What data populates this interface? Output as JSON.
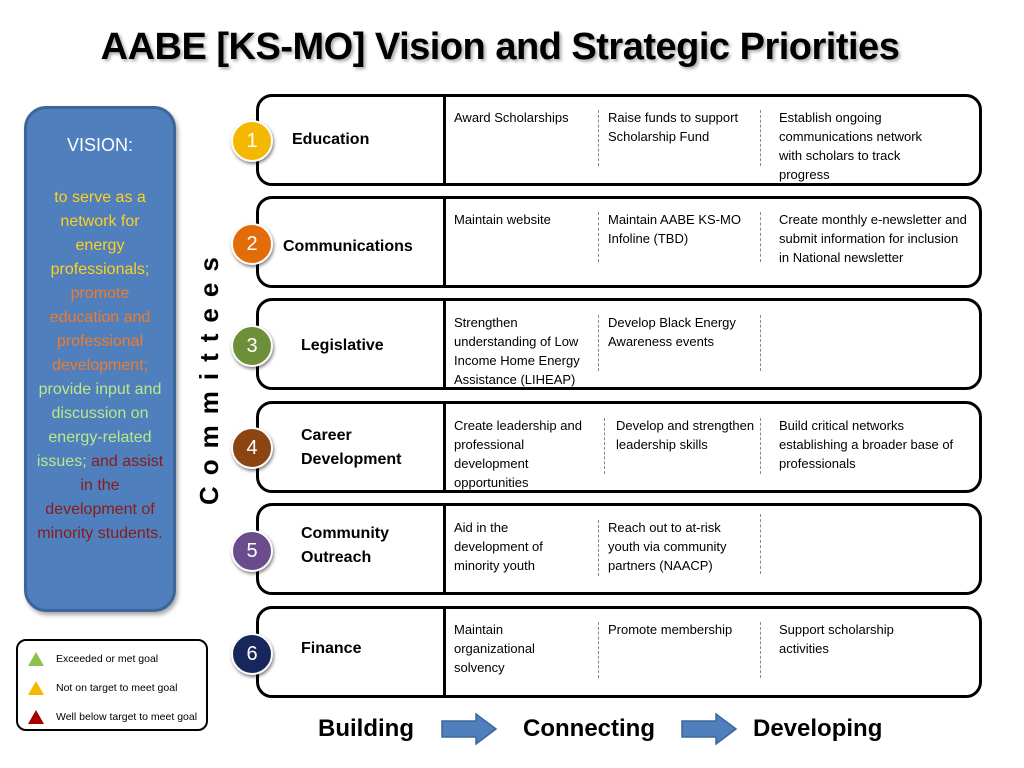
{
  "title": "AABE [KS-MO] Vision and Strategic Priorities",
  "vision": {
    "heading": "VISION:",
    "parts": [
      {
        "text": "to serve as a network for energy professionals;",
        "color": "#ffd020"
      },
      {
        "text": "promote education and professional development;",
        "color": "#f07b2a"
      },
      {
        "text": "provide input and discussion on energy-related issues;",
        "color": "#b9e88a"
      },
      {
        "text": "and assist in the development of minority students.",
        "color": "#8b1a1a"
      }
    ]
  },
  "committees_label": "Committees",
  "committees": [
    {
      "number": "1",
      "name": "Education",
      "color": "#f5b800",
      "tasks": [
        "Award Scholarships",
        "Raise funds to support Scholarship Fund",
        "Establish ongoing communications network with scholars to track progress"
      ]
    },
    {
      "number": "2",
      "name": "Communications",
      "color": "#e36c0a",
      "tasks": [
        "Maintain website",
        "Maintain AABE KS-MO Infoline (TBD)",
        "Create monthly e-newsletter and submit information for inclusion in National newsletter"
      ]
    },
    {
      "number": "3",
      "name": "Legislative",
      "color": "#6e8f3a",
      "tasks": [
        "Strengthen understanding of Low Income Home Energy Assistance (LIHEAP)",
        "Develop Black Energy Awareness events",
        ""
      ]
    },
    {
      "number": "4",
      "name": "Career Development",
      "color": "#8b4513",
      "tasks": [
        "Create leadership and professional development opportunities",
        "Develop and strengthen leadership skills",
        "Build critical networks establishing a broader base of professionals"
      ]
    },
    {
      "number": "5",
      "name": "Community Outreach",
      "color": "#6a4c8c",
      "tasks": [
        "Aid in the development of minority youth",
        "Reach out to at-risk youth via community partners (NAACP)",
        ""
      ]
    },
    {
      "number": "6",
      "name": "Finance",
      "color": "#17275c",
      "tasks": [
        "Maintain organizational solvency",
        "Promote membership",
        "Support scholarship activities"
      ]
    }
  ],
  "legend": [
    {
      "label": "Exceeded or met goal",
      "color": "#8bc34a"
    },
    {
      "label": "Not on target to meet goal",
      "color": "#f5b800"
    },
    {
      "label": "Well below target to meet goal",
      "color": "#a30000"
    }
  ],
  "flow": [
    "Building",
    "Connecting",
    "Developing"
  ],
  "colors": {
    "vision_box": "#4f7fbd",
    "arrow": "#4f7fbd"
  }
}
